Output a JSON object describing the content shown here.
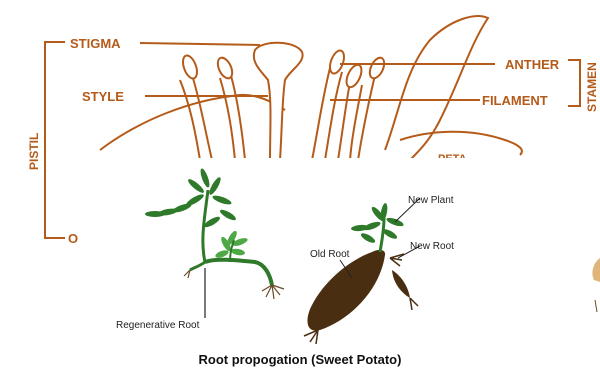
{
  "flower_diagram": {
    "labels": {
      "stigma": "STIGMA",
      "style": "STYLE",
      "anther": "ANTHER",
      "filament": "FILAMENT",
      "pistil": "PISTIL",
      "stamen": "STAMEN",
      "petal_partial": "PETA",
      "ovary_partial": "O"
    },
    "colors": {
      "line": "#b55b1a",
      "petal": "#e8dccd"
    }
  },
  "propagation_diagram": {
    "labels": {
      "new_plant": "New Plant",
      "old_root": "Old Root",
      "new_root": "New Root",
      "regenerative_root": "Regenerative Root"
    },
    "caption": "Root propogation (Sweet Potato)",
    "colors": {
      "leaf": "#2f7a2a",
      "leaf_light": "#4ea845",
      "tuber": "#4a2e12",
      "root": "#6b4a2a"
    }
  }
}
